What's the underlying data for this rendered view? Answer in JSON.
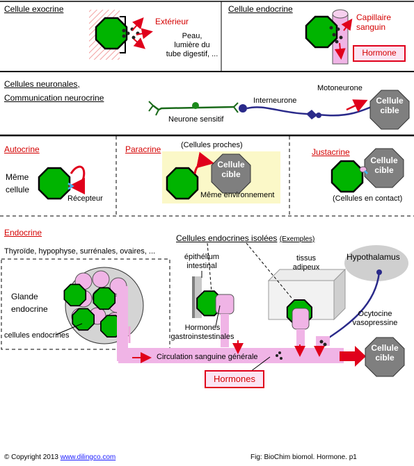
{
  "exocrine": {
    "title": "Cellule exocrine",
    "exterior": "Extérieur",
    "examples": [
      "Peau,",
      "lumière du",
      "tube digestif, ..."
    ]
  },
  "endocrine_top": {
    "title": "Cellule endocrine",
    "capillary": [
      "Capillaire",
      "sanguin"
    ],
    "hormone": "Hormone"
  },
  "neuronal": {
    "title": [
      "Cellules neuronales,",
      "Communication neurocrine"
    ],
    "interneuron": "Interneurone",
    "motoneuron": "Motoneurone",
    "sensory": "Neurone sensitif",
    "target": [
      "Cellule",
      "cible"
    ]
  },
  "autocrine": {
    "title": "Autocrine",
    "same_cell": [
      "Même",
      "cellule"
    ],
    "receptor": "Récepteur"
  },
  "paracrine": {
    "title": "Paracrine",
    "near_cells": "(Cellules proches)",
    "target": [
      "Cellule",
      "cible"
    ],
    "same_env": "Même environnement"
  },
  "juxtacrine": {
    "title": "Justacrine",
    "target": [
      "Cellule",
      "cible"
    ],
    "contact": "(Cellules en contact)"
  },
  "endocrine": {
    "title": "Endocrine",
    "glands_list": "Thyroïde, hypophyse, surrénales, ovaires, ...",
    "isolated": "Cellules endocrines isolées",
    "examples": "(Exemples)",
    "gland": [
      "Glande",
      "endocrine"
    ],
    "endocrine_cells": "cellules endocrines",
    "epithelium": [
      "épithélium",
      "intestinal"
    ],
    "tissue": [
      "tissus",
      "adipeux"
    ],
    "hypothalamus": "Hypothalamus",
    "gi_hormones": [
      "Hormones",
      "gastroinstestinales"
    ],
    "ocytocin": [
      "Ocytocine",
      "vasopressine"
    ],
    "circulation": "Circulation sanguine générale",
    "hormones": "Hormones",
    "target": [
      "Cellule",
      "cible"
    ]
  },
  "footer": {
    "copyright": "© Copyright 2013",
    "link": "www.dilingco.com",
    "caption": "Fig: BioChim biomol. Hormone. p1"
  },
  "colors": {
    "cell_green": "#00b400",
    "hormone_pink": "#f0b4e6",
    "accent_red": "#e0001b",
    "neuron_blue": "#2a2a8a",
    "target_gray": "#7f7f7f"
  }
}
